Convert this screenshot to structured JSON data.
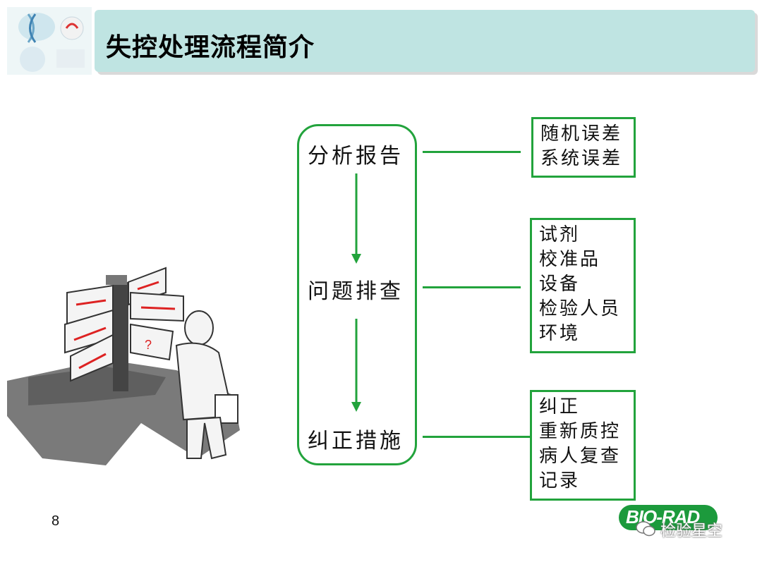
{
  "header": {
    "title": "失控处理流程简介"
  },
  "flow": {
    "steps": [
      "分析报告",
      "问题排查",
      "纠正措施"
    ]
  },
  "details": [
    {
      "lines": [
        "随机误差",
        "系统误差"
      ]
    },
    {
      "lines": [
        "试剂",
        "校准品",
        "设备",
        "检验人员",
        "环境"
      ]
    },
    {
      "lines": [
        "纠正",
        "重新质控",
        "病人复查",
        "记录"
      ]
    }
  ],
  "footer": {
    "page_number": "8",
    "logo_text": "BIO-RAD",
    "watermark": "检验星空"
  },
  "colors": {
    "accent": "#22a33c",
    "header_bg": "#bfe4e2"
  }
}
